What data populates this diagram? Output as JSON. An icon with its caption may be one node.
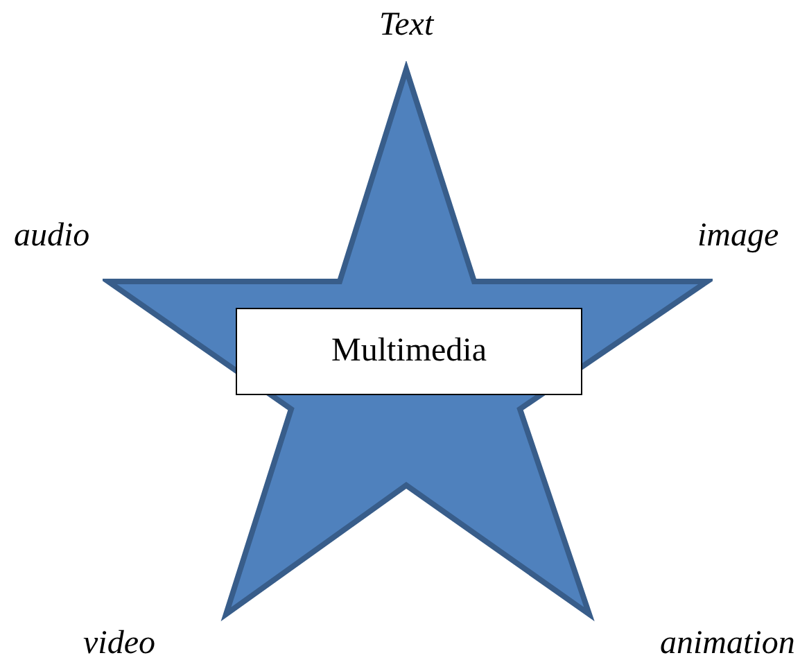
{
  "diagram": {
    "nodes": [
      {
        "text": [],
        "shape": "star"
      },
      {
        "text": [
          "Multimedia"
        ],
        "in": 0
      }
    ],
    "labels": [
      "Text",
      "audio",
      "image",
      "video",
      "animation"
    ]
  }
}
